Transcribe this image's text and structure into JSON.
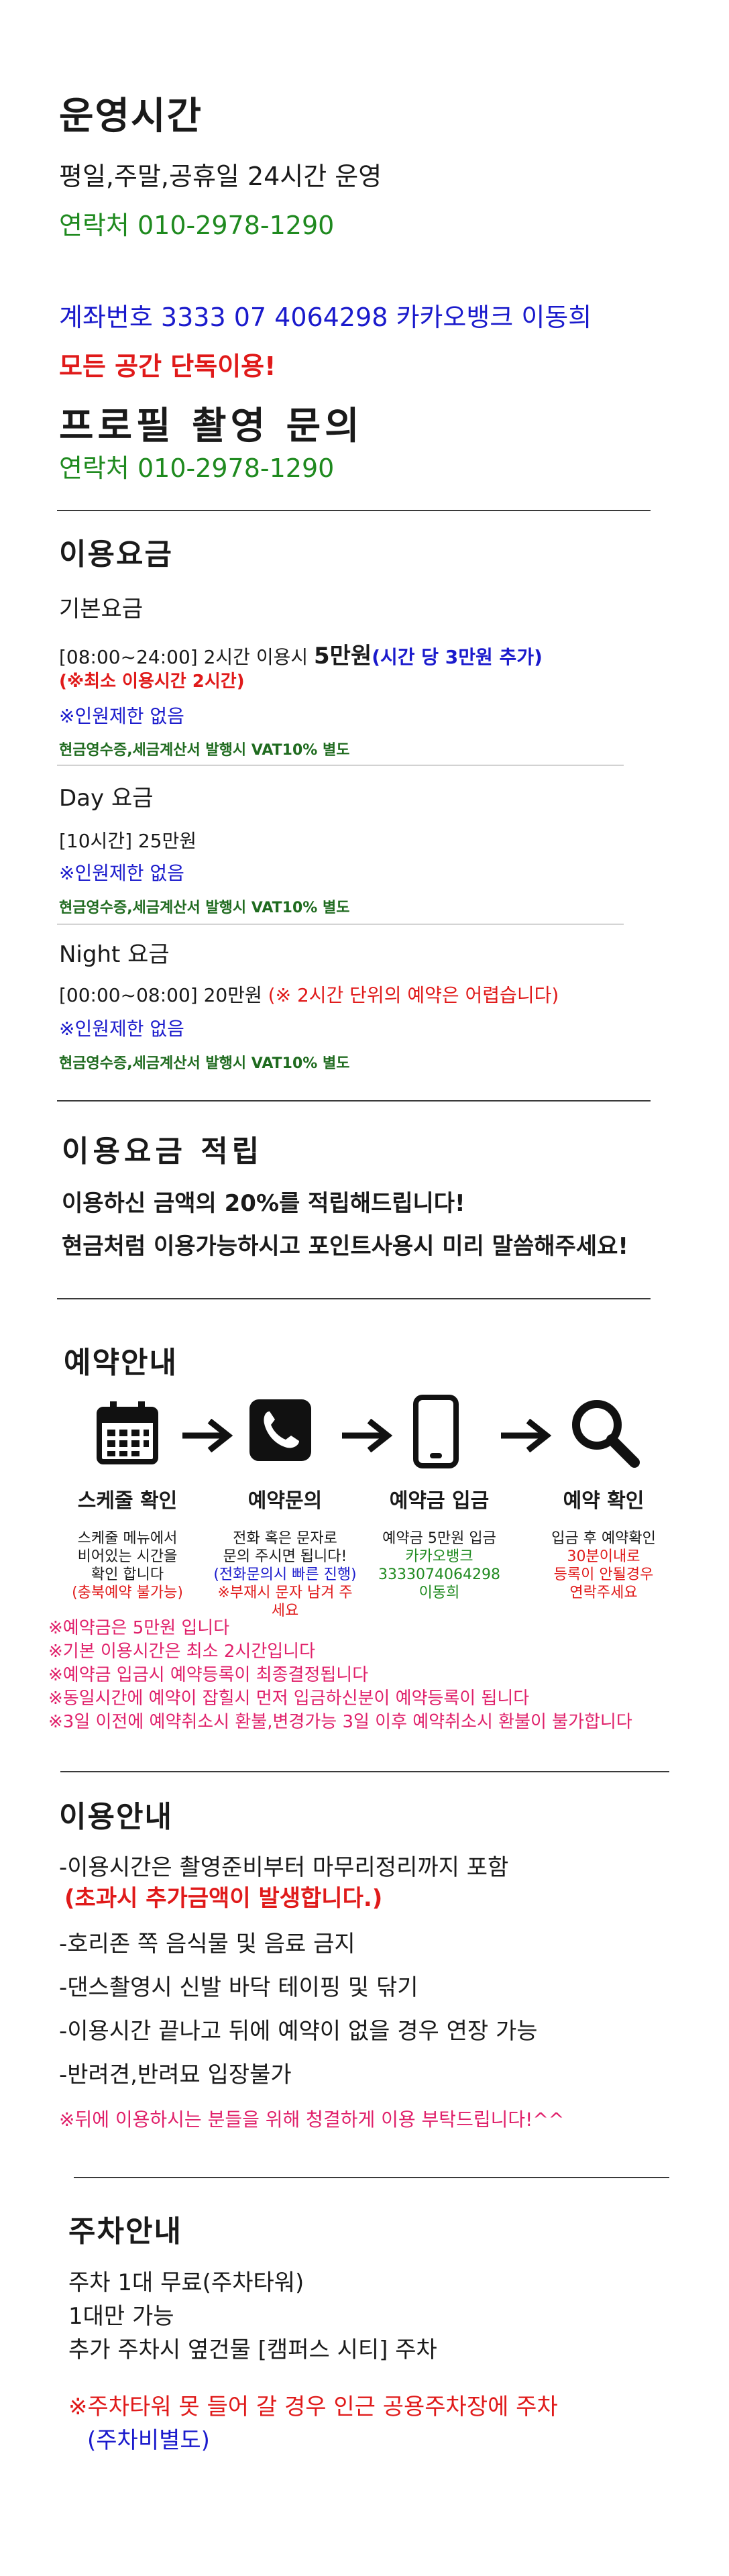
{
  "hours": {
    "title": "운영시간",
    "line": "평일,주말,공휴일 24시간 운영",
    "contact": "연락처 010-2978-1290"
  },
  "account": {
    "line": "계좌번호 3333 07 4064298 카카오뱅크 이동희",
    "exclusive": "모든 공간 단독이용!"
  },
  "profile": {
    "title": "프로필 촬영 문의",
    "contact": "연락처 010-2978-1290"
  },
  "pricing": {
    "title": "이용요금",
    "basic": {
      "title": "기본요금",
      "line_prefix": "[08:00~24:00] ",
      "line_mid": "2시간 이용시 ",
      "line_price": "5만원",
      "line_extra": "(시간 당 3만원 추가)",
      "min_note": "(※최소 이용시간 2시간)",
      "no_limit": "※인원제한 없음",
      "vat": "현금영수증,세금계산서 발행시 VAT10% 별도"
    },
    "day": {
      "title": "Day 요금",
      "line": "[10시간] 25만원",
      "no_limit": "※인원제한 없음",
      "vat": "현금영수증,세금계산서 발행시 VAT10% 별도"
    },
    "night": {
      "title": "Night 요금",
      "line_prefix": "[00:00~08:00] 20만원 ",
      "line_note": "(※ 2시간 단위의 예약은 어렵습니다)",
      "no_limit": "※인원제한 없음",
      "vat": "현금영수증,세금계산서 발행시 VAT10% 별도"
    }
  },
  "points": {
    "title": "이용요금 적립",
    "line1": "이용하신 금액의 20%를 적립해드립니다!",
    "line2": "현금처럼 이용가능하시고 포인트사용시 미리 말씀해주세요!"
  },
  "reservation": {
    "title": "예약안내",
    "steps": [
      {
        "icon": "calendar-icon",
        "label": "스케줄 확인",
        "desc": [
          "스케줄 메뉴에서",
          "비어있는 시간을",
          "확인 합니다",
          "(충북예약 불가능)"
        ]
      },
      {
        "icon": "phone-icon",
        "label": "예약문의",
        "desc": [
          "전화 혹은 문자로",
          "문의 주시면 됩니다!",
          "(전화문의시 빠른 진행)",
          "※부재시 문자 남겨 주세요"
        ]
      },
      {
        "icon": "mobile-icon",
        "label": "예약금 입금",
        "desc": [
          "예약금 5만원 입금",
          "카카오뱅크",
          "3333074064298",
          "이동희"
        ]
      },
      {
        "icon": "search-icon",
        "label": "예약 확인",
        "desc": [
          "입금 후 예약확인",
          "30분이내로",
          "등록이 안될경우",
          "연락주세요"
        ]
      }
    ],
    "notes": [
      "※예약금은 5만원 입니다",
      "※기본 이용시간은 최소 2시간입니다",
      "※예약금 입금시 예약등록이 최종결정됩니다",
      "※동일시간에 예약이 잡힐시 먼저 입금하신분이 예약등록이 됩니다",
      "※3일 이전에 예약취소시 환불,변경가능 3일 이후 예약취소시 환불이 불가합니다"
    ]
  },
  "usage": {
    "title": "이용안내",
    "item1": "-이용시간은 촬영준비부터 마무리정리까지 포함",
    "item1_note": "(초과시 추가금액이 발생합니다.)",
    "item2": "-호리존 쪽 음식물 및 음료 금지",
    "item3": "-댄스촬영시 신발 바닥 테이핑 및 닦기",
    "item4": "-이용시간 끝나고 뒤에 예약이 없을 경우 연장 가능",
    "item5": "-반려견,반려묘 입장불가",
    "note": "※뒤에 이용하시는 분들을 위해 청결하게 이용 부탁드립니다!^^"
  },
  "parking": {
    "title": "주차안내",
    "line1": "주차 1대 무료(주차타워)",
    "line2": "1대만 가능",
    "line3": "추가 주차시 옆건물 [캠퍼스 시티] 주차",
    "note1": "※주차타워 못 들어 갈 경우 인근 공용주차장에 주차",
    "note2": "(주차비별도)"
  },
  "colors": {
    "green": "#1f8a1f",
    "blue": "#1a1acc",
    "red": "#e01a1a",
    "pink": "#e0206a"
  }
}
